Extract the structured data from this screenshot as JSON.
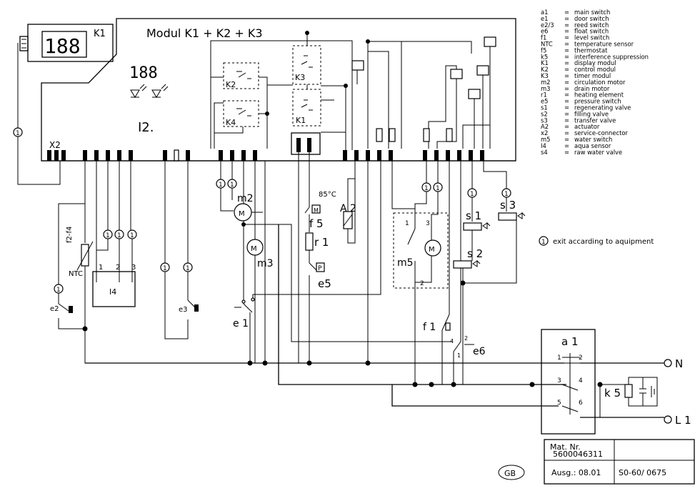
{
  "title": "Modul K1 + K2 + K3",
  "display": {
    "digits": "188",
    "label": "K1"
  },
  "module": {
    "small_digits": "188",
    "i2_label": "I2.",
    "x2_label": "X2",
    "k2": "K2",
    "k4": "K4",
    "k3": "K3",
    "k1": "K1"
  },
  "legend": [
    {
      "code": "a1",
      "eq": "=",
      "desc": "main switch"
    },
    {
      "code": "e1",
      "eq": "=",
      "desc": "door switch"
    },
    {
      "code": "e2/3",
      "eq": "=",
      "desc": "reed switch"
    },
    {
      "code": "e6",
      "eq": "=",
      "desc": "float switch"
    },
    {
      "code": "f1",
      "eq": "=",
      "desc": "level switch"
    },
    {
      "code": "NTC",
      "eq": "=",
      "desc": "temperature sensor"
    },
    {
      "code": "f5",
      "eq": "=",
      "desc": "thermostat"
    },
    {
      "code": "k5",
      "eq": "=",
      "desc": "interference suppression"
    },
    {
      "code": "K1",
      "eq": "=",
      "desc": "display modul"
    },
    {
      "code": "K2",
      "eq": "=",
      "desc": "control modul"
    },
    {
      "code": "K3",
      "eq": "=",
      "desc": "timer modul"
    },
    {
      "code": "m2",
      "eq": "=",
      "desc": "circulation motor"
    },
    {
      "code": "m3",
      "eq": "=",
      "desc": "drain motor"
    },
    {
      "code": "r1",
      "eq": "=",
      "desc": "heating element"
    },
    {
      "code": "e5",
      "eq": "=",
      "desc": "pressure switch"
    },
    {
      "code": "s1",
      "eq": "=",
      "desc": "regenerating valve"
    },
    {
      "code": "s2",
      "eq": "=",
      "desc": "filling valve"
    },
    {
      "code": "s3",
      "eq": "=",
      "desc": "transfer valve"
    },
    {
      "code": "A2",
      "eq": "=",
      "desc": "actuator"
    },
    {
      "code": "x2",
      "eq": "=",
      "desc": "service-connector"
    },
    {
      "code": "m5",
      "eq": "=",
      "desc": "water switch"
    },
    {
      "code": "I4",
      "eq": "=",
      "desc": "aqua sensor"
    },
    {
      "code": "s4",
      "eq": "=",
      "desc": "raw water valve"
    }
  ],
  "note": {
    "marker": "1",
    "text": "exit accarding to aquipment"
  },
  "components": {
    "m2": "m2",
    "m3": "m3",
    "f5": "f 5",
    "temp": "85°C",
    "r1": "r 1",
    "e5": "e5",
    "a2": "A 2",
    "m5": "m5",
    "s1": "s 1",
    "s2": "s 2",
    "s3": "s 3",
    "e1": "e 1",
    "f1": "f 1",
    "e6": "e6",
    "e2": "e2",
    "e3": "e3",
    "i4": "I4",
    "ntc": "NTC",
    "f2f4": "f2-f4",
    "a1": "a 1",
    "k5": "k 5",
    "n": "N",
    "l1": "L 1",
    "M": "M",
    "P": "P",
    "marker": "1",
    "i4_pins": [
      "1",
      "2",
      "3"
    ],
    "a1_pins": [
      "1",
      "2",
      "3",
      "4",
      "5",
      "6"
    ],
    "e6_pins": [
      "2",
      "4",
      "1"
    ],
    "m5_pins": [
      "1",
      "3",
      "2"
    ]
  },
  "title_block": {
    "mat_label": "Mat. Nr.",
    "mat_nr": "5600046311",
    "ausg": "Ausg.: 08.01",
    "doc": "S0-60/ 0675",
    "lang": "GB"
  }
}
